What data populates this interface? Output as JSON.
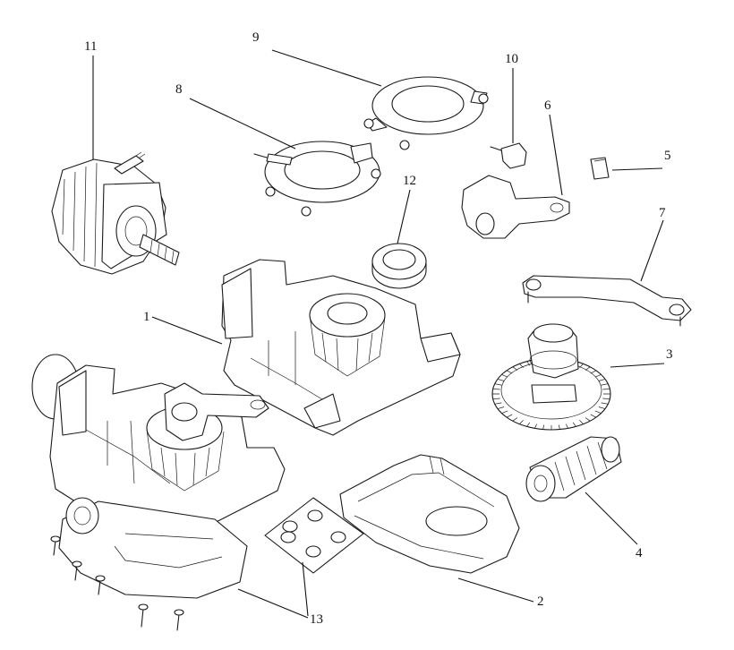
{
  "diagram": {
    "type": "exploded-parts-view",
    "callouts": [
      "1",
      "2",
      "3",
      "4",
      "5",
      "6",
      "7",
      "8",
      "9",
      "10",
      "11",
      "12",
      "13"
    ]
  },
  "colors": {
    "ink": "#1a1a1a",
    "paper": "#ffffff"
  }
}
